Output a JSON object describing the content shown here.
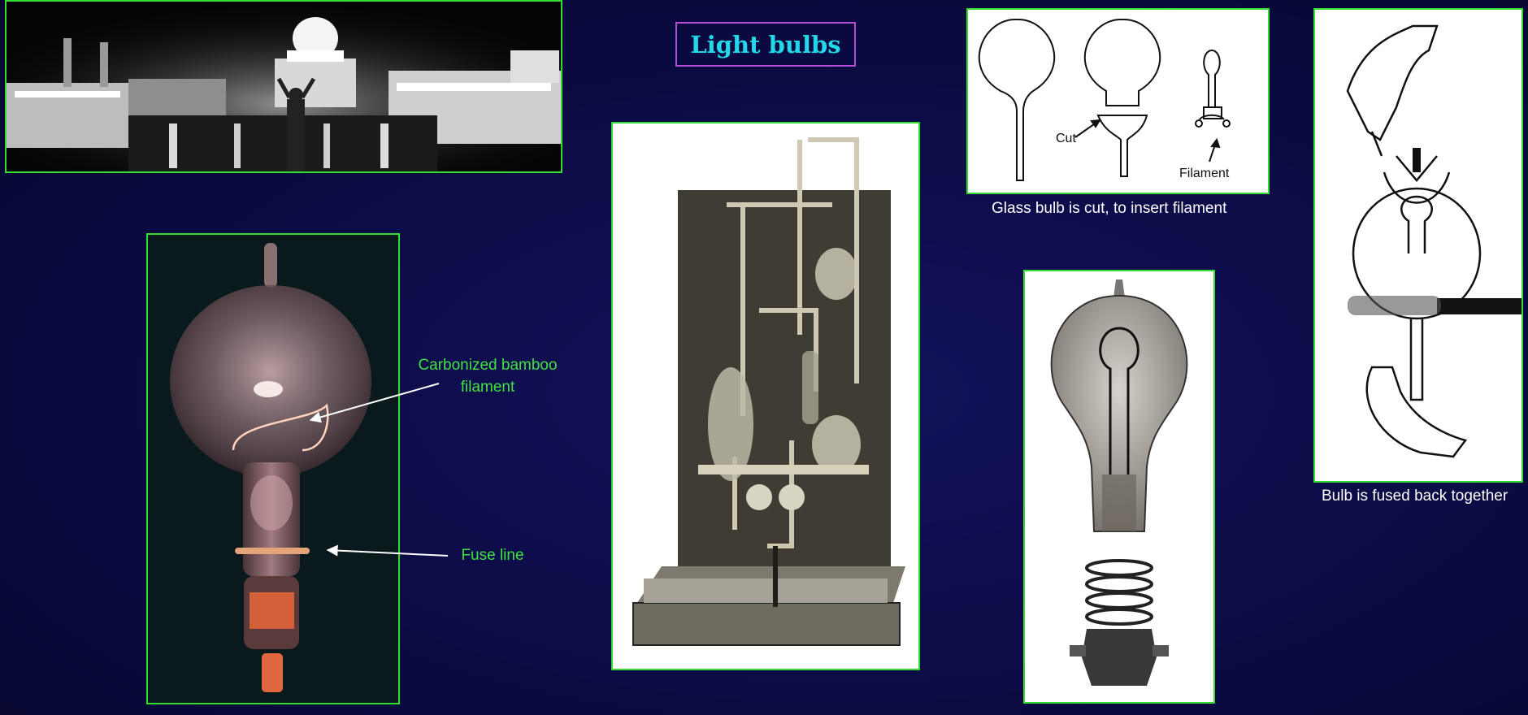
{
  "slide": {
    "title": "Light bulbs",
    "accent_green": "#33dd33",
    "accent_title": "#22d8e8",
    "title_border": "#b14fd6"
  },
  "photo_bulb": {
    "label_filament": "Carbonized bamboo filament",
    "label_filament_line1": "Carbonized bamboo",
    "label_filament_line2": "filament",
    "label_fuse": "Fuse line"
  },
  "diagram_cut": {
    "label_cut": "Cut",
    "label_filament": "Filament",
    "caption": "Glass bulb is cut, to insert filament"
  },
  "diagram_fuse": {
    "caption": "Bulb is fused back together"
  },
  "icons": [
    "night-exposition-photo",
    "edison-bulb-photo",
    "vacuum-apparatus-engraving",
    "glass-bulb-diagram",
    "edison-lamp-engraving",
    "fusing-hands-illustration"
  ]
}
